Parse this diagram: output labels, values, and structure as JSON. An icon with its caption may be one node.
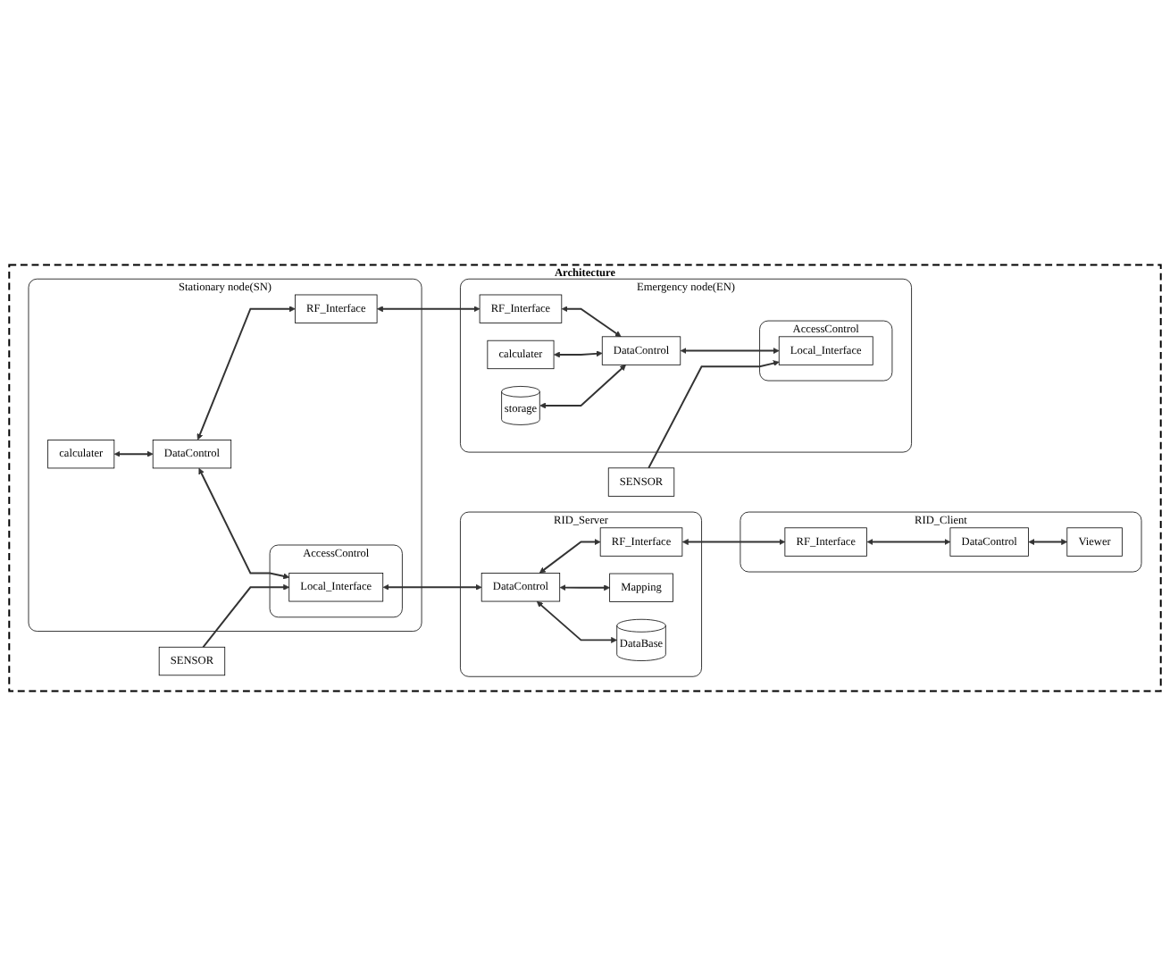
{
  "diagram": {
    "nodes": [
      {
        "text": [
          "Architecture"
        ]
      },
      {
        "text": [
          "RID_Server"
        ],
        "in": 0
      },
      {
        "text": [
          "DataControl"
        ],
        "in": 1
      },
      {
        "text": [
          "Mapping"
        ],
        "in": 1
      },
      {
        "text": [
          "DataBase"
        ],
        "in": 1
      },
      {
        "text": [
          "RF_Interface"
        ],
        "in": 1
      },
      {
        "text": [
          "RID_Client"
        ],
        "in": 0
      },
      {
        "text": [
          "RF_Interface"
        ],
        "in": 6
      },
      {
        "text": [
          "DataControl"
        ],
        "in": 6
      },
      {
        "text": [
          "Viewer"
        ],
        "in": 6
      },
      {
        "text": [
          "Stationary node(SN)"
        ],
        "in": 0
      },
      {
        "text": [
          "calculater"
        ],
        "in": 10
      },
      {
        "text": [
          "DataControl"
        ],
        "in": 10
      },
      {
        "text": [
          "RF_Interface"
        ],
        "in": 10
      },
      {
        "text": [
          "AccessControl"
        ],
        "in": 10
      },
      {
        "text": [
          "Local_Interface"
        ],
        "in": 14
      },
      {
        "text": [
          "SENSOR"
        ],
        "in": 0
      },
      {
        "text": [
          "Emergency node(EN)"
        ],
        "in": 0
      },
      {
        "text": [
          "calculater"
        ],
        "in": 17
      },
      {
        "text": [
          "storage"
        ],
        "in": 17
      },
      {
        "text": [
          "RF_Interface"
        ],
        "in": 17
      },
      {
        "text": [
          "DataControl"
        ],
        "in": 17
      },
      {
        "text": [
          "AccessControl"
        ],
        "in": 17
      },
      {
        "text": [
          "Local_Interface"
        ],
        "in": 22
      },
      {
        "text": [
          "SENSOR"
        ],
        "in": 0
      }
    ],
    "edges": [
      {
        "from": 2,
        "to": 5,
        "arrow": "both"
      },
      {
        "from": 2,
        "to": 3,
        "arrow": "both"
      },
      {
        "from": 2,
        "to": 4,
        "arrow": "both"
      },
      {
        "from": 5,
        "to": 7,
        "arrow": "both"
      },
      {
        "from": 7,
        "to": 8,
        "arrow": "both"
      },
      {
        "from": 8,
        "to": 9,
        "arrow": "both"
      },
      {
        "from": 15,
        "to": 2,
        "arrow": "both"
      },
      {
        "from": 11,
        "to": 12,
        "arrow": "both"
      },
      {
        "from": 12,
        "to": 13,
        "arrow": "both"
      },
      {
        "from": 12,
        "to": 15,
        "arrow": "both"
      },
      {
        "from": 13,
        "to": 20,
        "arrow": "both"
      },
      {
        "from": 16,
        "to": 15,
        "arrow": "to"
      },
      {
        "from": 20,
        "to": 21,
        "arrow": "both"
      },
      {
        "from": 18,
        "to": 21,
        "arrow": "both"
      },
      {
        "from": 19,
        "to": 21,
        "arrow": "both"
      },
      {
        "from": 21,
        "to": 23,
        "arrow": "both"
      },
      {
        "from": 24,
        "to": 23,
        "arrow": "to"
      }
    ]
  }
}
